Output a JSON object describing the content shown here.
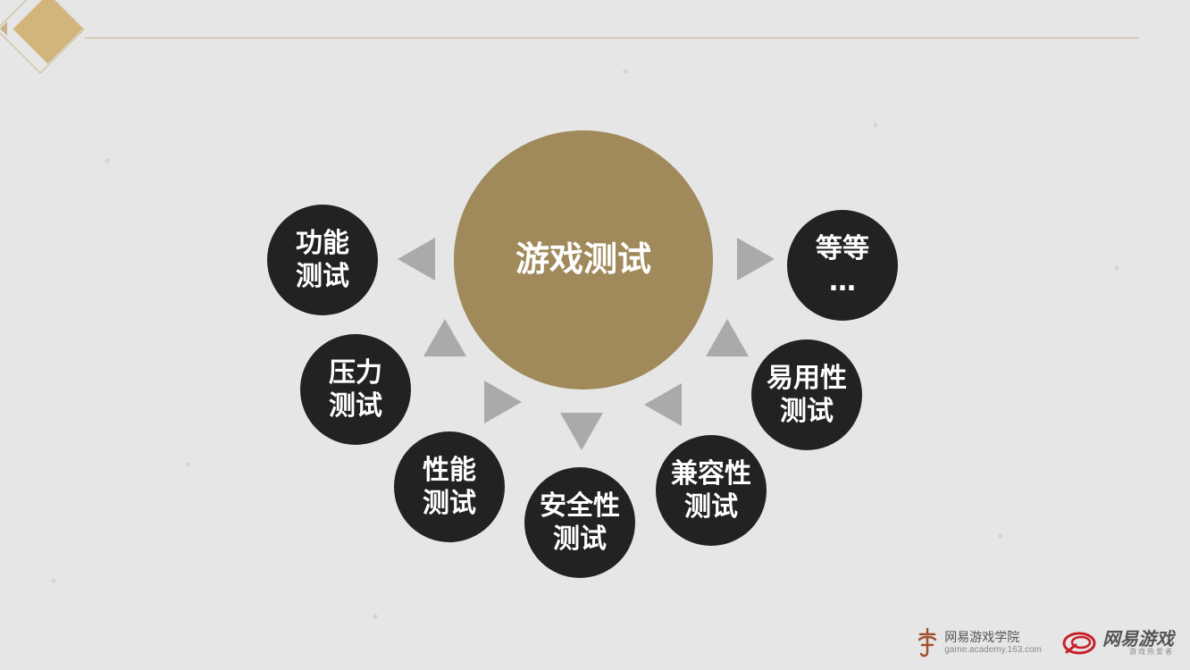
{
  "diagram": {
    "center": "游戏测试",
    "nodes": [
      {
        "id": "functional",
        "label": "功能\n测试"
      },
      {
        "id": "stress",
        "label": "压力\n测试"
      },
      {
        "id": "performance",
        "label": "性能\n测试"
      },
      {
        "id": "security",
        "label": "安全性\n测试"
      },
      {
        "id": "compatibility",
        "label": "兼容性\n测试"
      },
      {
        "id": "usability",
        "label": "易用性\n测试"
      },
      {
        "id": "etc",
        "label": "等等\n…"
      }
    ]
  },
  "footer": {
    "academy_name": "网易游戏学院",
    "academy_url": "game.academy.163.com",
    "brand_name": "网易游戏",
    "brand_tagline": "游戏热爱者"
  },
  "colors": {
    "background": "#e6e6e6",
    "center_fill": "#a0895a",
    "node_fill": "#222222",
    "arrow_fill": "#aaaaaa",
    "accent_gold": "#d1b57a",
    "brand_red": "#c8202a"
  },
  "icons": {
    "academy_logo": "academy-logo-icon",
    "brand_logo": "netease-games-logo-icon"
  }
}
